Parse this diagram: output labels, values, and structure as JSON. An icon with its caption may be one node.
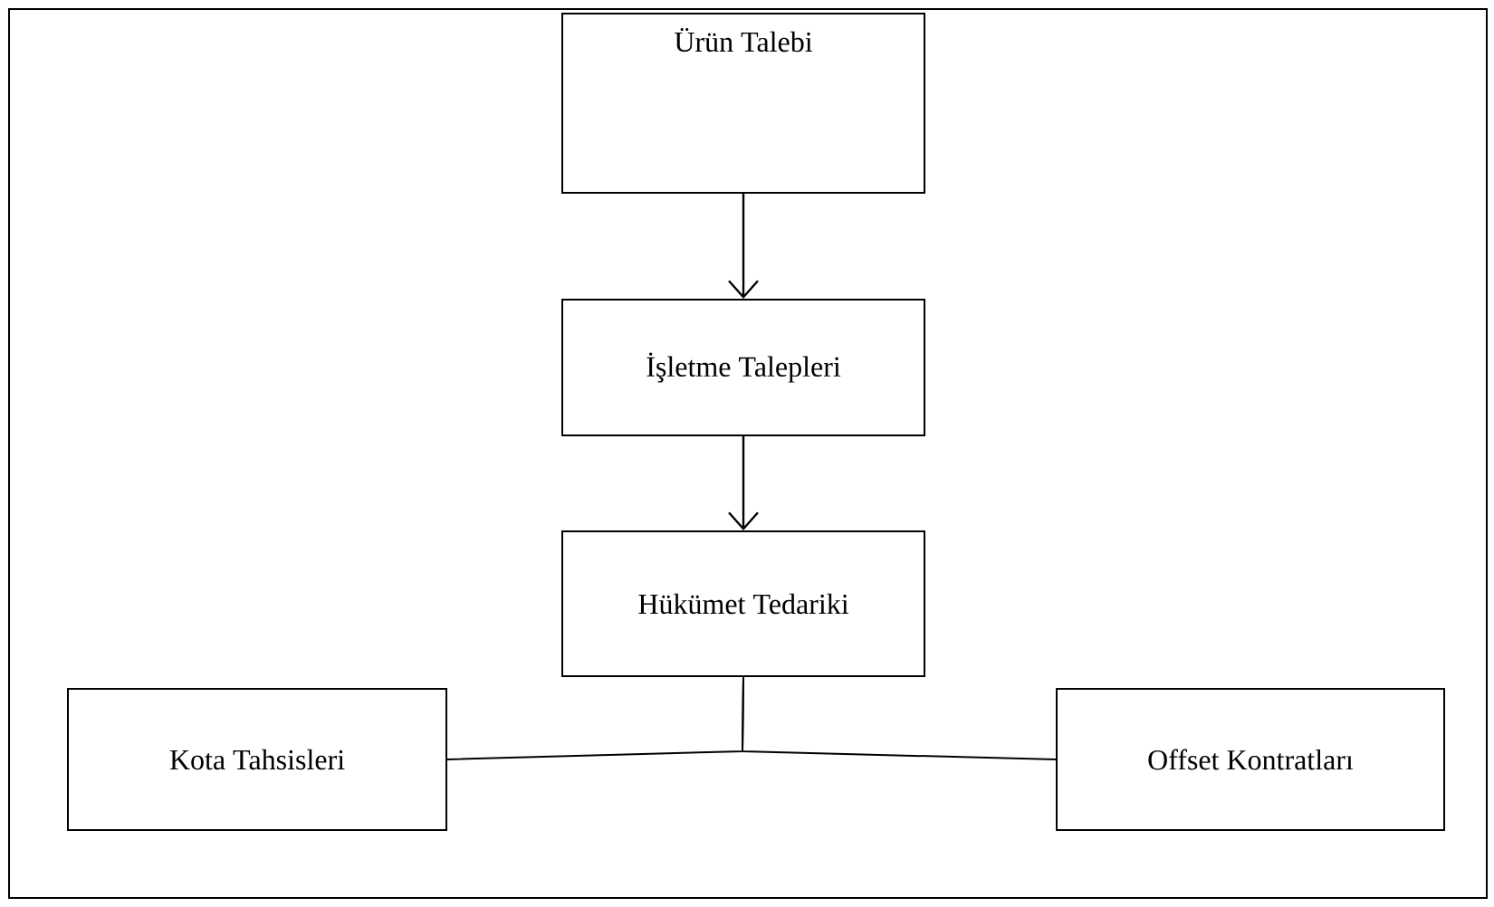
{
  "diagram": {
    "nodes": [
      {
        "text": [
          "Ürün Talebi"
        ]
      },
      {
        "text": [
          "İşletme Talepleri"
        ]
      },
      {
        "text": [
          "Hükümet Tedariki"
        ]
      },
      {
        "text": [
          "Kota Tahsisleri"
        ]
      },
      {
        "text": [
          "Offset Kontratları"
        ]
      }
    ],
    "edges": [
      {
        "from": 0,
        "to": 1,
        "arrow": "to"
      },
      {
        "from": 1,
        "to": 2,
        "arrow": "to"
      },
      {
        "from": 2,
        "to": 3,
        "arrow": "none"
      },
      {
        "from": 2,
        "to": 4,
        "arrow": "none"
      }
    ]
  }
}
